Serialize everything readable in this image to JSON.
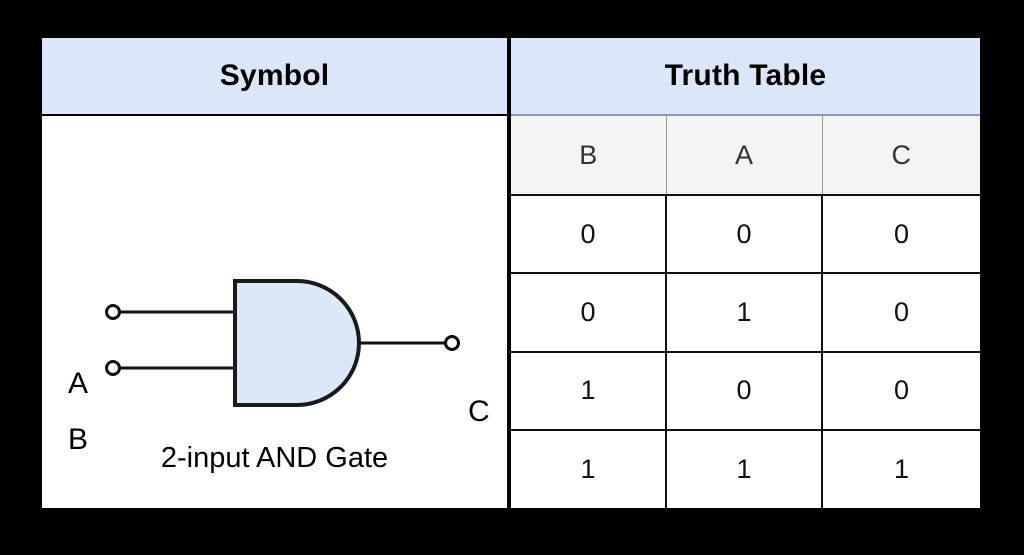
{
  "figure": {
    "background_color": "#000000",
    "panel_background": "#ffffff",
    "header_background": "#dbe6f8",
    "subheader_background": "#f4f4f4",
    "gate_fill": "#dae8f8",
    "gate_stroke": "#1a1a1a"
  },
  "headers": {
    "symbol": "Symbol",
    "truth_table": "Truth Table"
  },
  "symbol_panel": {
    "input_labels": [
      "A",
      "B"
    ],
    "output_label": "C",
    "caption": "2-input AND Gate",
    "gate_type": "AND",
    "input_count": 2
  },
  "truth_table": {
    "columns": [
      "B",
      "A",
      "C"
    ],
    "rows": [
      [
        "0",
        "0",
        "0"
      ],
      [
        "0",
        "1",
        "0"
      ],
      [
        "1",
        "0",
        "0"
      ],
      [
        "1",
        "1",
        "1"
      ]
    ]
  }
}
